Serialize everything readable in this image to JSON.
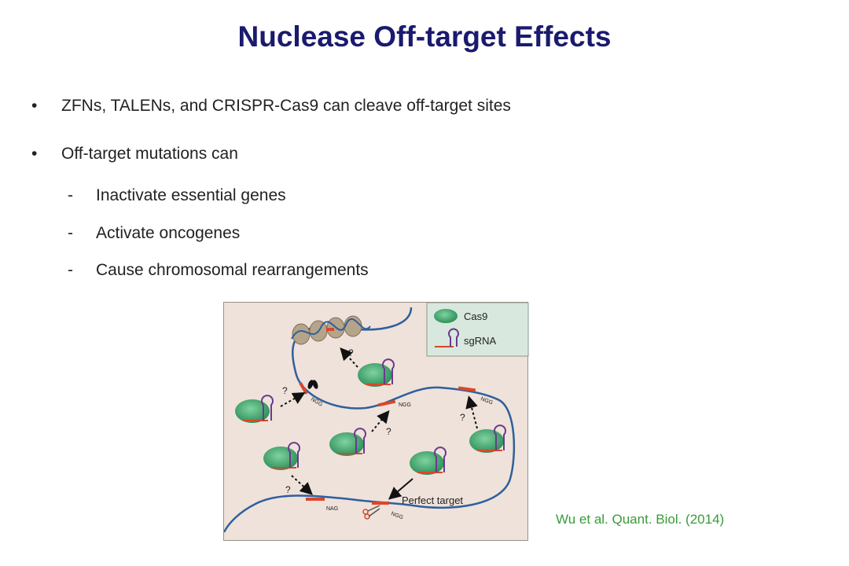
{
  "slide": {
    "title": "Nuclease Off-target Effects",
    "bullets": [
      {
        "marker": "•",
        "text": "ZFNs, TALENs, and CRISPR-Cas9 can cleave off-target sites"
      },
      {
        "marker": "•",
        "text": "Off-target mutations can"
      }
    ],
    "subitems": [
      {
        "marker": "-",
        "text": "Inactivate essential genes"
      },
      {
        "marker": "-",
        "text": "Activate oncogenes"
      },
      {
        "marker": "-",
        "text": "Cause chromosomal rearrangements"
      }
    ],
    "citation": "Wu et al. Quant. Biol. (2014)"
  },
  "figure": {
    "legend": {
      "cas9_label": "Cas9",
      "sgrna_label": "sgRNA"
    },
    "labels": {
      "ngg": "NGG",
      "nag": "NAG",
      "question": "?",
      "perfect_target": "Perfect target"
    },
    "colors": {
      "background": "#efe2da",
      "legend_background": "#d8e8de",
      "dna": "#2f5f9e",
      "site": "#d9472b",
      "cas9": "#3aa36a",
      "sgrna": "#6a3a8c"
    }
  }
}
